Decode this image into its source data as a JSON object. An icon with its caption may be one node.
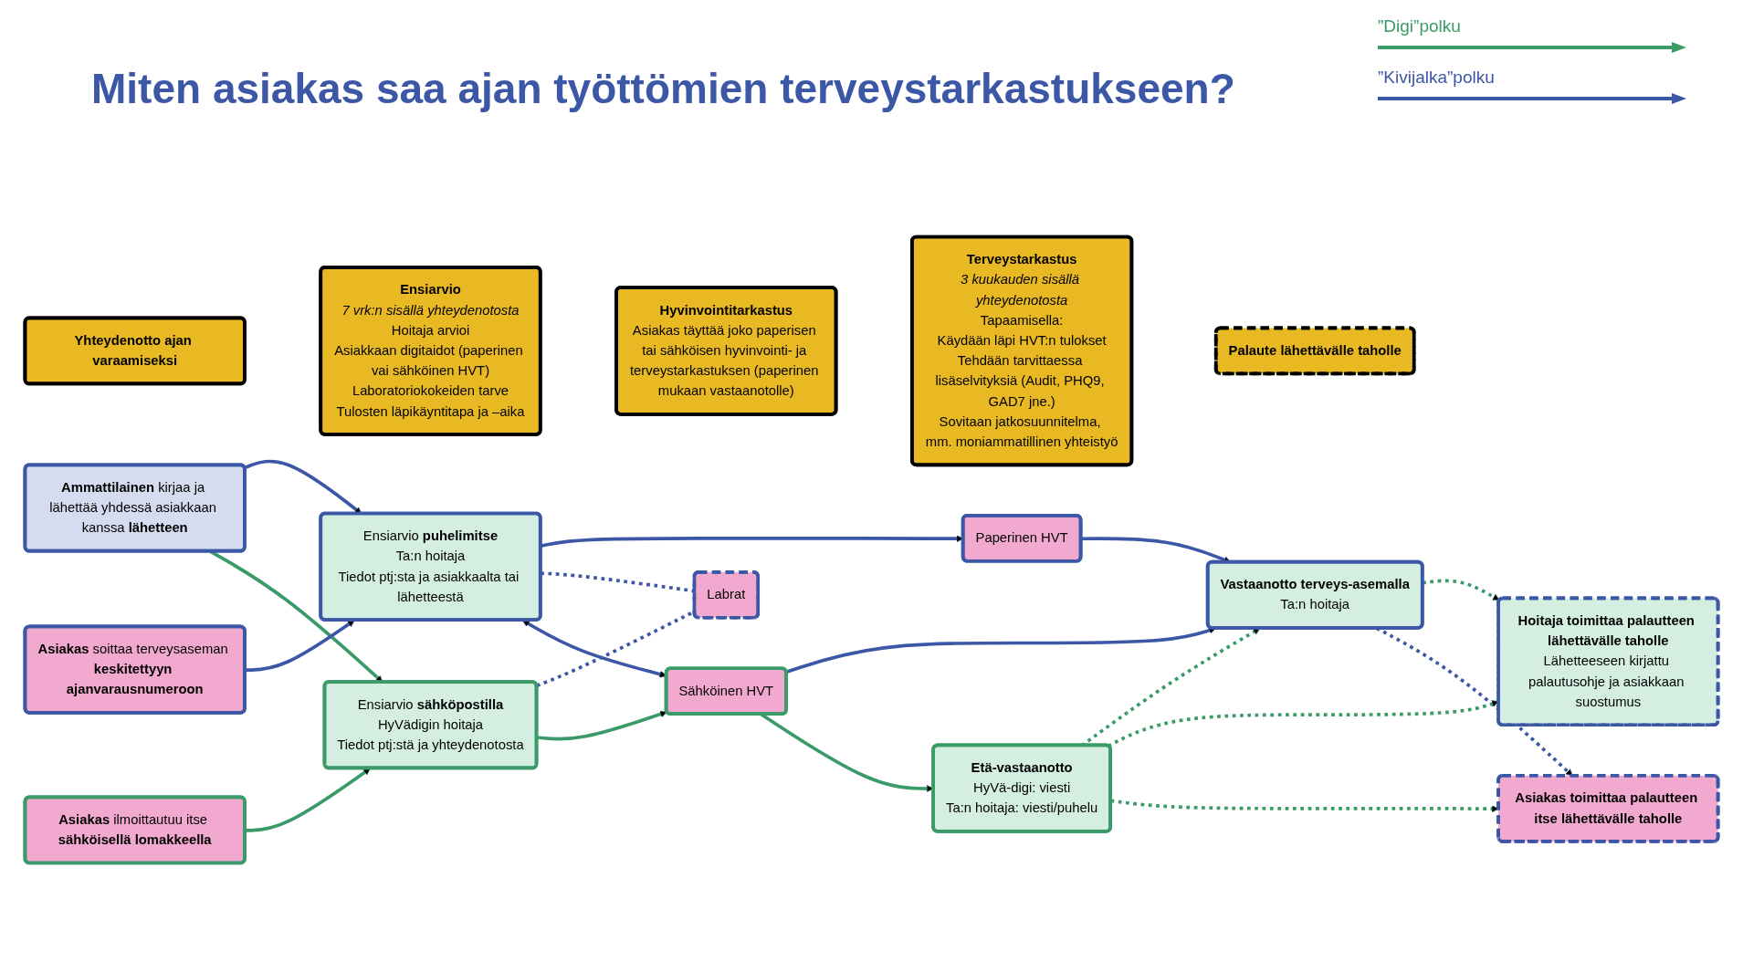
{
  "diagram": {
    "title": "Miten asiakas saa ajan työttömien terveystarkastukseen?",
    "nodes": [
      {
        "text": [
          "Yhteydenotto ajan varaamiseksi"
        ]
      },
      {
        "text": [
          "Ensiarvio",
          "7 vrk:n sisällä yhteydenotosta",
          "Hoitaja arvioi",
          "Asiakkaan digitaidot (paperinen vai sähköinen HVT)",
          "Laboratoriokokeiden tarve",
          "Tulosten läpikäyntitapa ja –aika"
        ]
      },
      {
        "text": [
          "Hyvinvointitarkastus",
          "Asiakas täyttää joko paperisen tai sähköisen hyvinvointi- ja terveystarkastuksen (paperinen mukaan vastaanotolle)"
        ]
      },
      {
        "text": [
          "Terveystarkastus",
          "3 kuukauden sisällä yhteydenotosta",
          "Tapaamisella:",
          "Käydään läpi HVT:n tulokset",
          "Tehdään tarvittaessa lisäselvityksiä (Audit, PHQ9, GAD7 jne.)",
          "Sovitaan jatkosuunnitelma, mm. moniammatillinen yhteistyö"
        ]
      },
      {
        "text": [
          "Palaute lähettävälle taholle"
        ]
      },
      {
        "text": [
          "**Ammattilainen** kirjaa ja lähettää yhdessä asiakkaan kanssa **lähetteen**"
        ]
      },
      {
        "text": [
          "Ensiarvio **puhelimitse**",
          "Ta:n hoitaja",
          "Tiedot ptj:sta ja asiakkaalta tai lähetteestä"
        ]
      },
      {
        "text": [
          "Paperinen HVT"
        ]
      },
      {
        "text": [
          "Vastaanotto terveys-asemalla",
          "Ta:n hoitaja"
        ]
      },
      {
        "text": [
          "Hoitaja toimittaa palautteen lähettävälle taholle",
          "Lähetteeseen kirjattu palautusohje ja asiakkaan suostumus"
        ]
      },
      {
        "text": [
          "**Asiakas** soittaa terveysaseman **keskitettyyn ajanvarausnumeroon**"
        ]
      },
      {
        "text": [
          "Labrat"
        ]
      },
      {
        "text": [
          "**Asiakas** ilmoittautuu itse **sähköisellä lomakkeella**"
        ]
      },
      {
        "text": [
          "Ensiarvio **sähköpostilla**",
          "HyVädigin hoitaja",
          "Tiedot ptj:stä ja yhteydenotosta"
        ]
      },
      {
        "text": [
          "Sähköinen HVT"
        ]
      },
      {
        "text": [
          "Etä-vastaanotto",
          "HyVä-digi: viesti",
          "Ta:n hoitaja: viesti/puhelu"
        ]
      },
      {
        "text": [
          "Asiakas toimittaa palautteen itse lähettävälle taholle"
        ]
      }
    ],
    "edges": [
      {
        "from": 5,
        "to": 6,
        "arrow": "to"
      },
      {
        "from": 5,
        "to": 13,
        "arrow": "to",
        "color": "#3a9a68"
      },
      {
        "from": 10,
        "to": 6,
        "arrow": "to"
      },
      {
        "from": 12,
        "to": 13,
        "arrow": "to",
        "color": "#3a9a68"
      },
      {
        "from": 6,
        "to": 7,
        "arrow": "to"
      },
      {
        "from": 6,
        "to": 11,
        "arrow": "none",
        "style": "dashed"
      },
      {
        "from": 6,
        "to": 14,
        "arrow": "both"
      },
      {
        "from": 13,
        "to": 11,
        "arrow": "none",
        "style": "dashed"
      },
      {
        "from": 13,
        "to": 14,
        "arrow": "to",
        "color": "#3a9a68"
      },
      {
        "from": 7,
        "to": 8,
        "arrow": "to"
      },
      {
        "from": 14,
        "to": 8,
        "arrow": "to"
      },
      {
        "from": 14,
        "to": 15,
        "arrow": "to",
        "color": "#3a9a68"
      },
      {
        "from": 8,
        "to": 9,
        "arrow": "to",
        "style": "dashed",
        "color": "#3a9a68"
      },
      {
        "from": 8,
        "to": 16,
        "arrow": "to",
        "style": "dashed"
      },
      {
        "from": 15,
        "to": 8,
        "arrow": "to",
        "style": "dashed",
        "color": "#3a9a68"
      },
      {
        "from": 15,
        "to": 9,
        "arrow": "to",
        "style": "dashed",
        "color": "#3a9a68"
      },
      {
        "from": 15,
        "to": 16,
        "arrow": "to",
        "style": "dashed",
        "color": "#3a9a68"
      }
    ],
    "legend": [
      {
        "text": "”Digi”polku"
      },
      {
        "text": "”Kivijalka”polku"
      }
    ]
  }
}
